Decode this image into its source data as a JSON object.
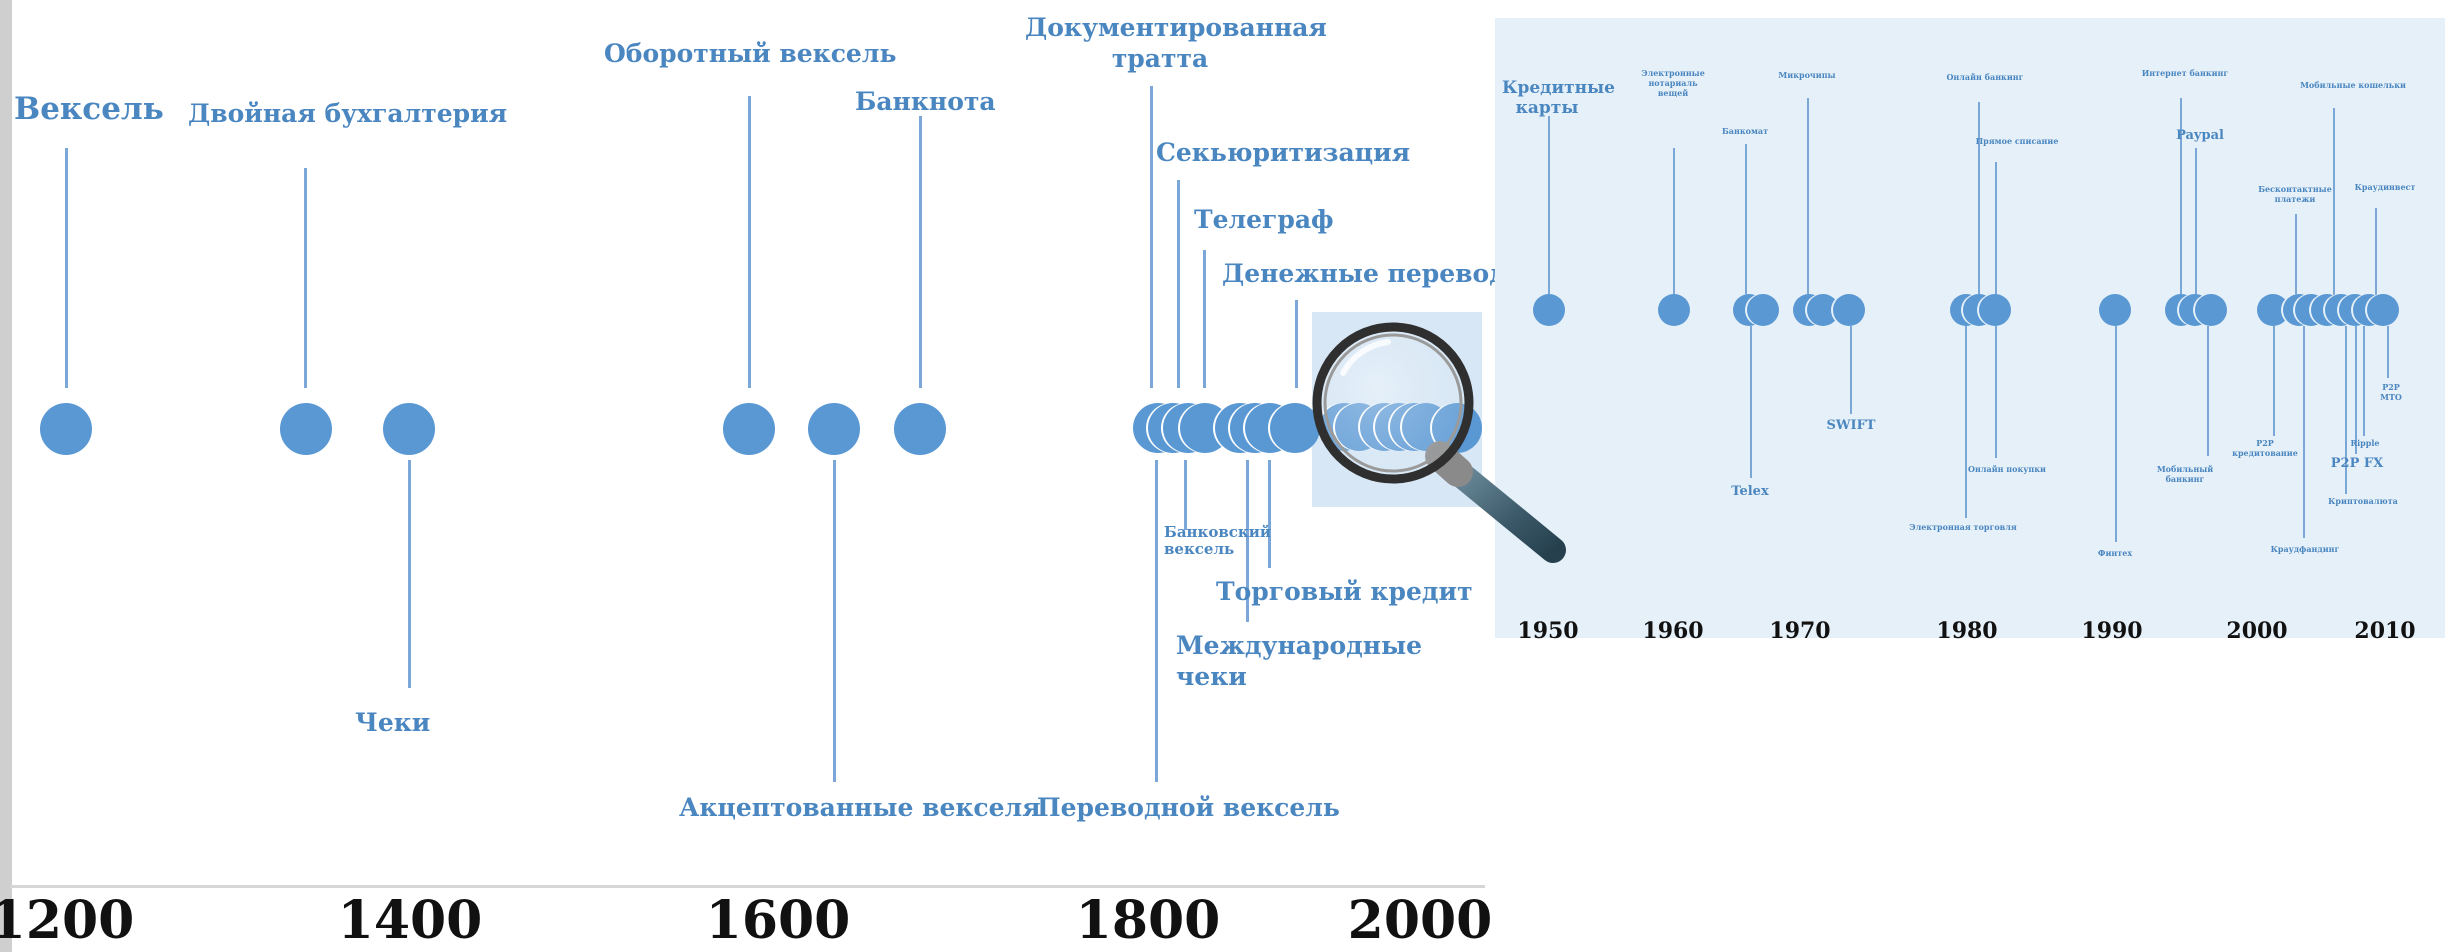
{
  "left_timeline": {
    "axis_years": [
      "1200",
      "1400",
      "1600",
      "1800",
      "2000"
    ],
    "labels": {
      "veksel": "Вексель",
      "double_entry": "Двойная бухгалтерия",
      "cheques": "Чеки",
      "negotiable_bill": "Оборотный вексель",
      "accepted_bills": "Акцептованные векселя",
      "banknote": "Банкнота",
      "documented_draft": "Документированная тратта",
      "transfer_bill": "Переводной вексель",
      "securitization": "Секьюритизация",
      "telegraph": "Телеграф",
      "bank_bill": "Банковский вексель",
      "money_transfers": "Денежные переводы",
      "intl_cheques": "Международные чеки",
      "trade_credit": "Торговый кредит"
    }
  },
  "right_timeline": {
    "axis_years": [
      "1950",
      "1960",
      "1970",
      "1980",
      "1990",
      "2000",
      "2010"
    ],
    "labels": {
      "credit_cards": "Кредитные карты",
      "electronic_register": "Электронные нотариаль вещей",
      "bankomat": "Банкомат",
      "telex": "Telex",
      "microchips": "Микрочипы",
      "swift": "SWIFT",
      "online_banking": "Онлайн банкинг",
      "electronic_trading": "Электронная торговля",
      "direct_debit": "Прямое списание",
      "online_shopping": "Онлайн покупки",
      "fintech": "Финтех",
      "internet_banking": "Интернет банкинг",
      "paypal": "Paypal",
      "mobile_banking": "Мобильный банкинг",
      "p2p_lending": "P2P кредитование",
      "contactless": "Бесконтактные платежи",
      "crowdfunding": "Краудфандинг",
      "mobile_wallets": "Мобильные кошельки",
      "cryptocurrency": "Криптовалюта",
      "p2p_fx": "P2P FX",
      "ripple": "Ripple",
      "crowdinvest": "Краудинвест",
      "p2p_mto": "P2P MTO"
    }
  },
  "colors": {
    "dot": "#5a98d4",
    "line": "#7aa7d7",
    "label": "#4a86c0",
    "panel_bg": "#e6f0f8",
    "highlight": "#c9dff2"
  },
  "icons": {
    "magnifier": "magnifier-icon"
  }
}
